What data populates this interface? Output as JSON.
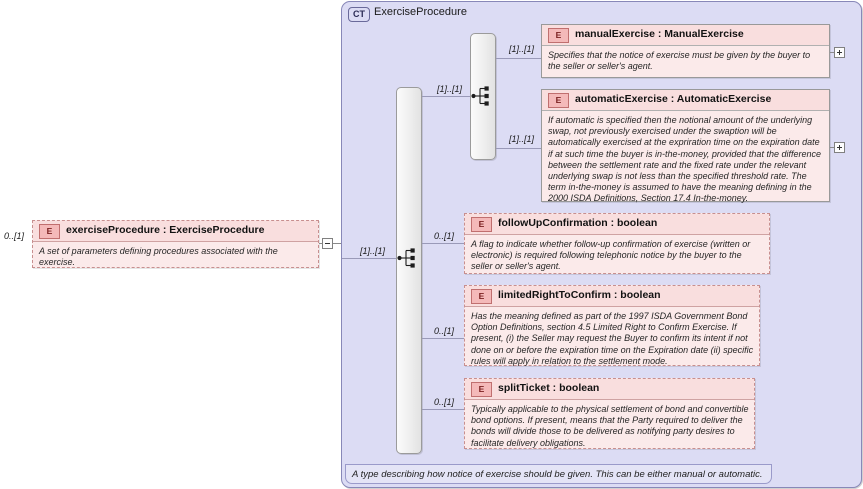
{
  "diagram": {
    "title": "ExerciseProcedure",
    "type_badge": "CT",
    "annotation": "A type describing how notice of exercise should be given. This can be either manual or automatic."
  },
  "root_element": {
    "badge": "E",
    "name": "exerciseProcedure : ExerciseProcedure",
    "description": "A set of parameters defining procedures associated with the exercise.",
    "cardinality": "0..[1]",
    "collapse_toggle": "minus"
  },
  "connectors": {
    "outer_sequence_cardinality": "[1]..[1]",
    "inner_choice_cardinality_manual": "[1]..[1]",
    "inner_choice_cardinality_automatic": "[1]..[1]",
    "sequence_icon_name": "sequence-compositor-icon",
    "choice_icon_name": "choice-compositor-icon"
  },
  "children": [
    {
      "badge": "E",
      "name": "manualExercise : ManualExercise",
      "description": "Specifies that the notice of exercise must be given by the buyer to the seller or seller's agent.",
      "cardinality": "[1]..[1]",
      "expand_toggle": "plus"
    },
    {
      "badge": "E",
      "name": "automaticExercise : AutomaticExercise",
      "description": "If automatic is specified then the notional amount of the underlying swap, not previously exercised under the swaption will be automatically exercised at the expriration time on the expiration date if at such time the buyer is in-the-money, provided that the difference between the settlement rate and the fixed rate under the relevant underlying swap is not less than the specified threshold rate. The term in-the-money is assumed to have the meaning defining in the 2000 ISDA Definitions, Section 17.4 In-the-money.",
      "cardinality": "[1]..[1]",
      "expand_toggle": "plus"
    },
    {
      "badge": "E",
      "name": "followUpConfirmation : boolean",
      "description": "A flag to indicate whether follow-up confirmation of exercise (written or electronic) is required following telephonic notice by the buyer to the seller or seller's agent.",
      "cardinality": "0..[1]",
      "expand_toggle": null
    },
    {
      "badge": "E",
      "name": "limitedRightToConfirm : boolean",
      "description": "Has the meaning defined as part of the 1997 ISDA Government Bond Option Definitions, section 4.5 Limited Right to Confirm Exercise. If present, (i) the Seller may request the Buyer to confirm its intent if not done on or before the expiration time on the Expiration date (ii) specific rules will apply in relation to the settlement mode.",
      "cardinality": "0..[1]",
      "expand_toggle": null
    },
    {
      "badge": "E",
      "name": "splitTicket : boolean",
      "description": "Typically applicable to the physical settlement of bond and convertible bond options. If present, means that the Party required to deliver the bonds will divide those to be delivered as notifying party desires to facilitate delivery obligations.",
      "cardinality": "0..[1]",
      "expand_toggle": null
    }
  ],
  "colors": {
    "container_bg": "#dcdcf4",
    "container_border": "#8888b8",
    "element_bg": "#fbeaea",
    "element_head_bg": "#f9dede",
    "element_border": "#c88f8f",
    "badge_bg": "#f4b9b9",
    "line": "#9a9ab8"
  }
}
